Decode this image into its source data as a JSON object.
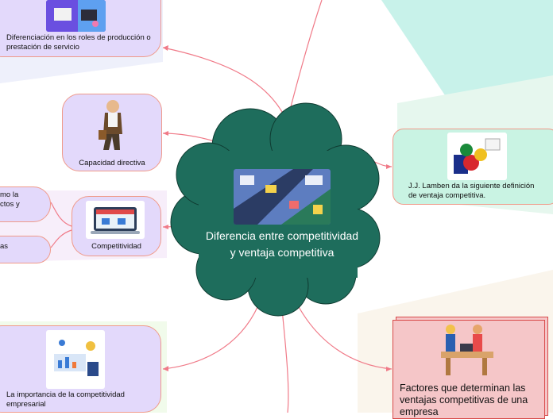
{
  "center": {
    "title": "Diferencia entre competitividad y ventaja competitiva",
    "image_icon": "city-street-illustration-icon"
  },
  "nodes": [
    {
      "key": "roles",
      "text": "Diferenciación en los roles de producción o prestación de servicio",
      "icon": "workspace-devices-icon"
    },
    {
      "key": "capacidad",
      "text": "Capacidad directiva",
      "icon": "businessman-walking-icon"
    },
    {
      "key": "competitividad",
      "text": "Competitividad",
      "icon": "online-shop-icon"
    },
    {
      "key": "importancia",
      "text": "La importancia de la competitividad empresarial",
      "icon": "analytics-infographic-icon"
    },
    {
      "key": "lamben",
      "text": "J.J. Lamben da la siguiente definición de ventaja competitiva.",
      "icon": "gears-shield-icon"
    },
    {
      "key": "factores",
      "text": "Factores que determinan las ventajas competitivas de una empresa",
      "icon": "couple-at-desk-icon"
    }
  ],
  "partial_nodes": {
    "upper_fragment": "mo la\nctos y",
    "lower_fragment": "as"
  },
  "colors": {
    "cloud": "#1e6d5c",
    "connector": "#f07a88",
    "node_border": "#f09a8a",
    "purple_node": "#e3d9fb",
    "mint_node": "#c9f3e3",
    "pink_node": "#f5c6c8"
  }
}
